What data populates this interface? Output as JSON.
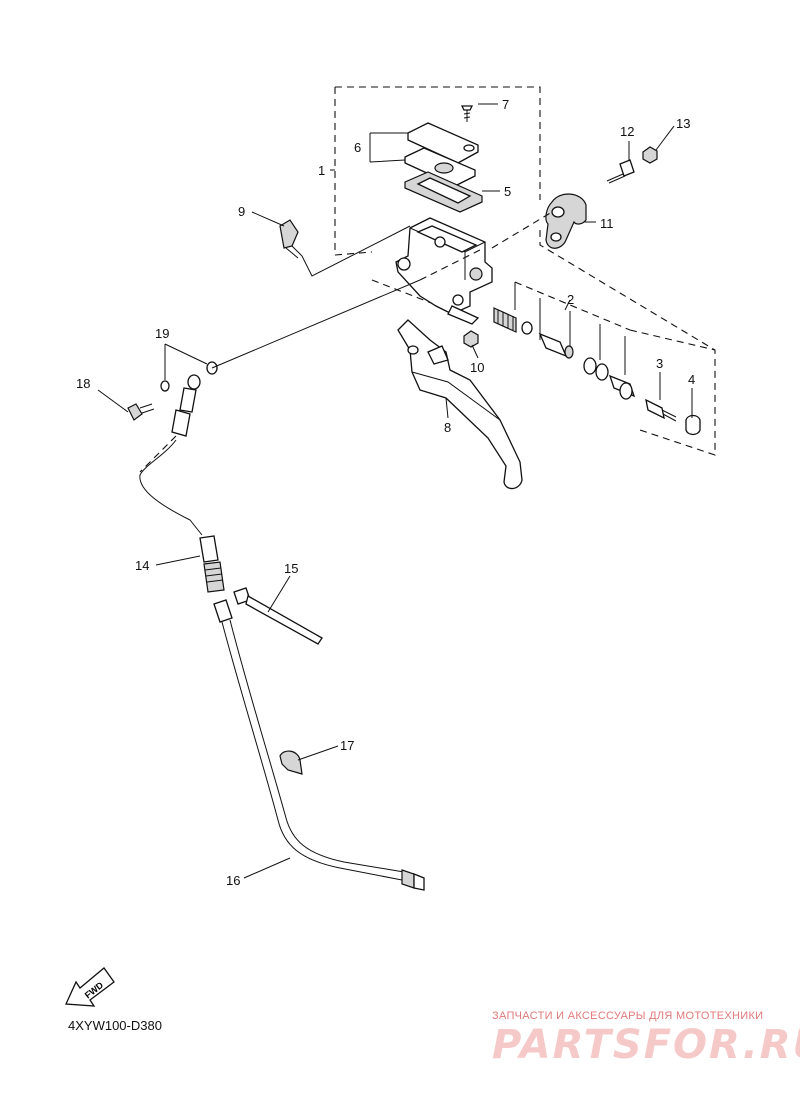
{
  "callouts": {
    "c1": "1",
    "c2": "2",
    "c3": "3",
    "c4": "4",
    "c5": "5",
    "c6": "6",
    "c7": "7",
    "c8": "8",
    "c9": "9",
    "c10": "10",
    "c11": "11",
    "c12": "12",
    "c13": "13",
    "c14": "14",
    "c15": "15",
    "c16": "16",
    "c17": "17",
    "c18": "18",
    "c19": "19"
  },
  "fwd_label": "FWD",
  "diagram_code": "4XYW100-D380",
  "watermark": {
    "tagline": "ЗАПЧАСТИ И АКСЕССУАРЫ ДЛЯ МОТОТЕХНИКИ",
    "brand": "PARTSFOR.RU"
  }
}
